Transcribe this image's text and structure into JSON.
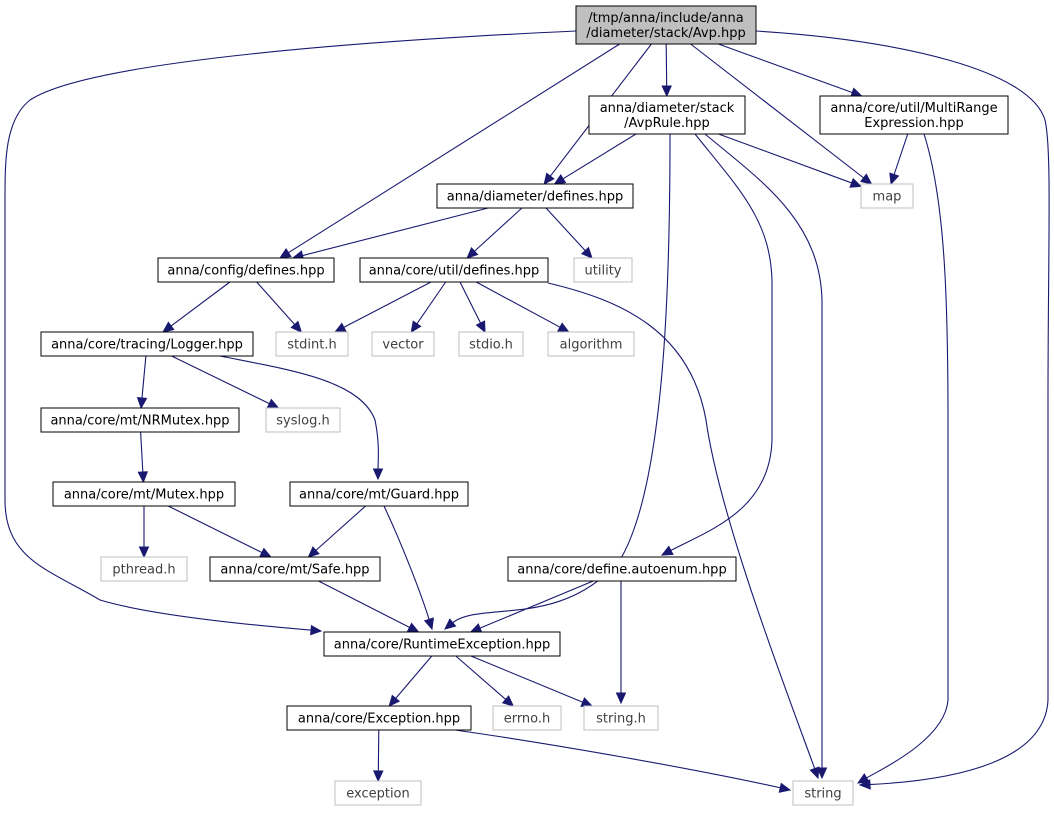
{
  "colors": {
    "edge": "#191970",
    "root_fill": "#bfbfbf",
    "header_border": "#000000",
    "system_border": "#bfbfbf"
  },
  "nodes": [
    {
      "id": "avp",
      "kind": "root",
      "lines": [
        "/tmp/anna/include/anna",
        "/diameter/stack/Avp.hpp"
      ]
    },
    {
      "id": "avprule",
      "kind": "hdr",
      "lines": [
        "anna/diameter/stack",
        "/AvpRule.hpp"
      ]
    },
    {
      "id": "multirange",
      "kind": "hdr",
      "lines": [
        "anna/core/util/MultiRange",
        "Expression.hpp"
      ]
    },
    {
      "id": "diamdefines",
      "kind": "hdr",
      "lines": [
        "anna/diameter/defines.hpp"
      ]
    },
    {
      "id": "map",
      "kind": "sys",
      "lines": [
        "map"
      ]
    },
    {
      "id": "configdefines",
      "kind": "hdr",
      "lines": [
        "anna/config/defines.hpp"
      ]
    },
    {
      "id": "utildefines",
      "kind": "hdr",
      "lines": [
        "anna/core/util/defines.hpp"
      ]
    },
    {
      "id": "utility",
      "kind": "sys",
      "lines": [
        "utility"
      ]
    },
    {
      "id": "logger",
      "kind": "hdr",
      "lines": [
        "anna/core/tracing/Logger.hpp"
      ]
    },
    {
      "id": "stdint",
      "kind": "sys",
      "lines": [
        "stdint.h"
      ]
    },
    {
      "id": "vector",
      "kind": "sys",
      "lines": [
        "vector"
      ]
    },
    {
      "id": "stdio",
      "kind": "sys",
      "lines": [
        "stdio.h"
      ]
    },
    {
      "id": "algorithm",
      "kind": "sys",
      "lines": [
        "algorithm"
      ]
    },
    {
      "id": "nrmutex",
      "kind": "hdr",
      "lines": [
        "anna/core/mt/NRMutex.hpp"
      ]
    },
    {
      "id": "syslog",
      "kind": "sys",
      "lines": [
        "syslog.h"
      ]
    },
    {
      "id": "mutex",
      "kind": "hdr",
      "lines": [
        "anna/core/mt/Mutex.hpp"
      ]
    },
    {
      "id": "guard",
      "kind": "hdr",
      "lines": [
        "anna/core/mt/Guard.hpp"
      ]
    },
    {
      "id": "pthread",
      "kind": "sys",
      "lines": [
        "pthread.h"
      ]
    },
    {
      "id": "safe",
      "kind": "hdr",
      "lines": [
        "anna/core/mt/Safe.hpp"
      ]
    },
    {
      "id": "autoenum",
      "kind": "hdr",
      "lines": [
        "anna/core/define.autoenum.hpp"
      ]
    },
    {
      "id": "runtimeexc",
      "kind": "hdr",
      "lines": [
        "anna/core/RuntimeException.hpp"
      ]
    },
    {
      "id": "exception_hpp",
      "kind": "hdr",
      "lines": [
        "anna/core/Exception.hpp"
      ]
    },
    {
      "id": "errno",
      "kind": "sys",
      "lines": [
        "errno.h"
      ]
    },
    {
      "id": "stringh",
      "kind": "sys",
      "lines": [
        "string.h"
      ]
    },
    {
      "id": "exception",
      "kind": "sys",
      "lines": [
        "exception"
      ]
    },
    {
      "id": "string",
      "kind": "sys",
      "lines": [
        "string"
      ]
    }
  ],
  "edges": [
    {
      "from": "avp",
      "to": "avprule"
    },
    {
      "from": "avp",
      "to": "multirange"
    },
    {
      "from": "avp",
      "to": "diamdefines"
    },
    {
      "from": "avp",
      "to": "map"
    },
    {
      "from": "avp",
      "to": "configdefines"
    },
    {
      "from": "avp",
      "to": "runtimeexc"
    },
    {
      "from": "avp",
      "to": "string"
    },
    {
      "from": "avprule",
      "to": "diamdefines"
    },
    {
      "from": "avprule",
      "to": "map"
    },
    {
      "from": "avprule",
      "to": "runtimeexc"
    },
    {
      "from": "avprule",
      "to": "autoenum"
    },
    {
      "from": "avprule",
      "to": "string"
    },
    {
      "from": "multirange",
      "to": "map"
    },
    {
      "from": "multirange",
      "to": "string"
    },
    {
      "from": "diamdefines",
      "to": "configdefines"
    },
    {
      "from": "diamdefines",
      "to": "utildefines"
    },
    {
      "from": "diamdefines",
      "to": "utility"
    },
    {
      "from": "configdefines",
      "to": "logger"
    },
    {
      "from": "configdefines",
      "to": "stdint"
    },
    {
      "from": "utildefines",
      "to": "stdint"
    },
    {
      "from": "utildefines",
      "to": "vector"
    },
    {
      "from": "utildefines",
      "to": "stdio"
    },
    {
      "from": "utildefines",
      "to": "algorithm"
    },
    {
      "from": "utildefines",
      "to": "string"
    },
    {
      "from": "logger",
      "to": "nrmutex"
    },
    {
      "from": "logger",
      "to": "syslog"
    },
    {
      "from": "logger",
      "to": "guard"
    },
    {
      "from": "nrmutex",
      "to": "mutex"
    },
    {
      "from": "mutex",
      "to": "pthread"
    },
    {
      "from": "mutex",
      "to": "safe"
    },
    {
      "from": "guard",
      "to": "safe"
    },
    {
      "from": "guard",
      "to": "runtimeexc"
    },
    {
      "from": "safe",
      "to": "runtimeexc"
    },
    {
      "from": "autoenum",
      "to": "runtimeexc"
    },
    {
      "from": "autoenum",
      "to": "stringh"
    },
    {
      "from": "runtimeexc",
      "to": "exception_hpp"
    },
    {
      "from": "runtimeexc",
      "to": "errno"
    },
    {
      "from": "runtimeexc",
      "to": "stringh"
    },
    {
      "from": "exception_hpp",
      "to": "exception"
    },
    {
      "from": "exception_hpp",
      "to": "string"
    }
  ]
}
